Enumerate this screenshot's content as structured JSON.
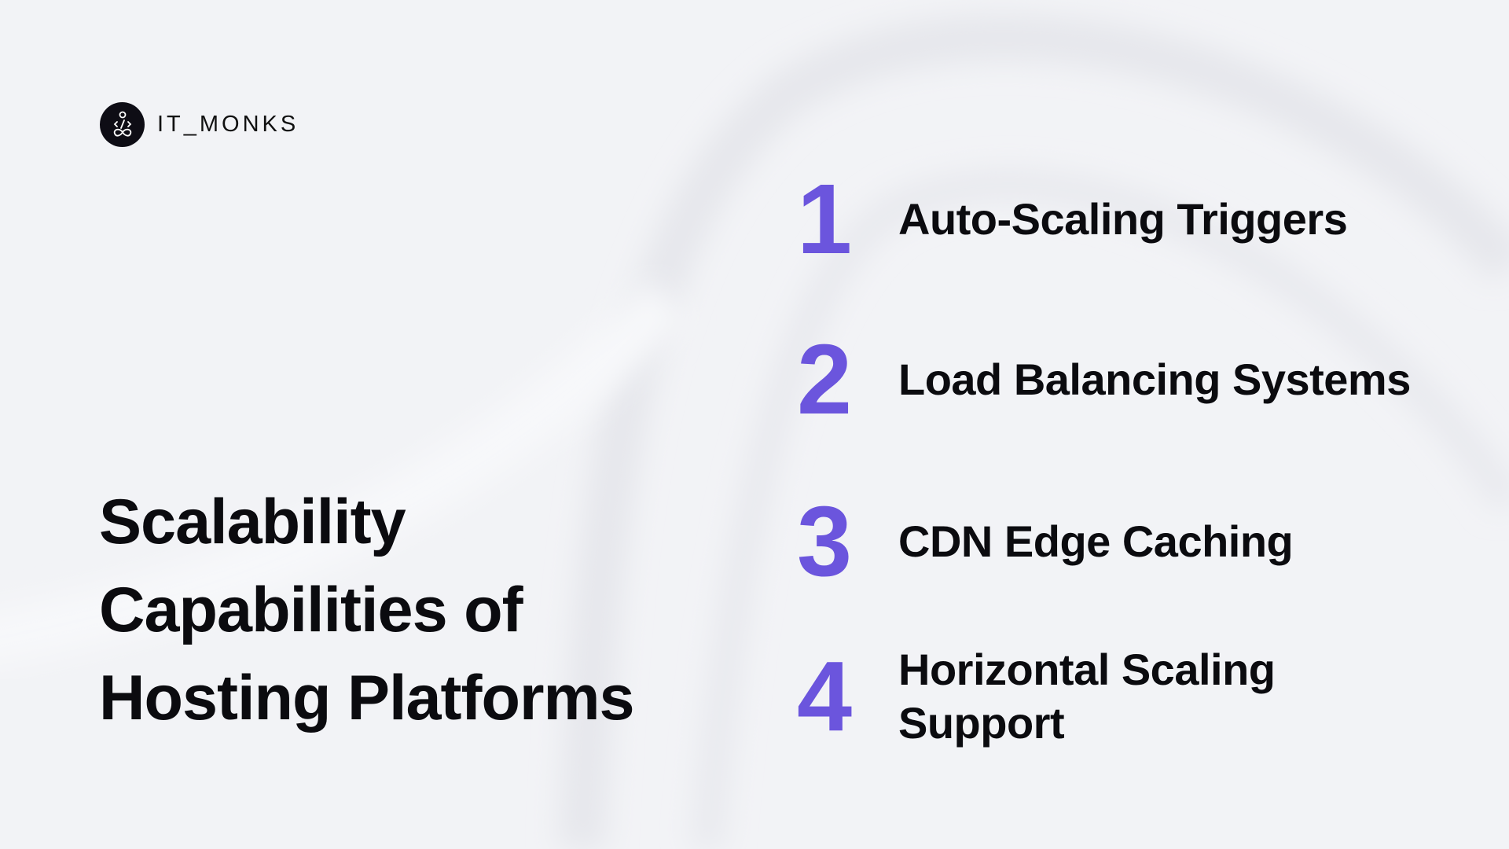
{
  "brand": {
    "logo_icon": "meditating-monk-code-icon",
    "name": "IT_MONKS"
  },
  "title": {
    "lines": [
      "Scalability",
      "Capabilities of",
      "Hosting Platforms"
    ]
  },
  "items": [
    {
      "number": "1",
      "label_lines": [
        "Auto-Scaling Triggers"
      ]
    },
    {
      "number": "2",
      "label_lines": [
        "Load Balancing Systems"
      ]
    },
    {
      "number": "3",
      "label_lines": [
        "CDN Edge Caching"
      ]
    },
    {
      "number": "4",
      "label_lines": [
        "Horizontal Scaling",
        "Support"
      ]
    }
  ],
  "colors": {
    "background": "#f2f3f6",
    "accent": "#6b55dd",
    "text": "#0b0b0f",
    "logo_bg": "#0e0d15"
  }
}
